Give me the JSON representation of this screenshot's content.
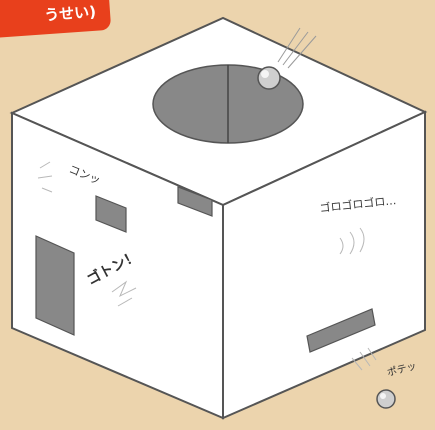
{
  "badge": {
    "text": "うせい)"
  },
  "labels": {
    "kon": "コンッ",
    "goton": "ゴトン！",
    "gorogoro": "ゴロゴロゴロ…",
    "potetsu": "ポテッ"
  },
  "colors": {
    "background": "#ecd4ad",
    "badge": "#e8401c",
    "box_face": "#ffffff",
    "hole": "#888888",
    "outline": "#555555"
  }
}
